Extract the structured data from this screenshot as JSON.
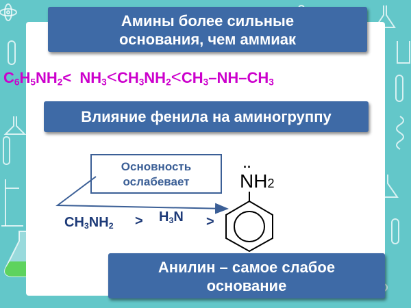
{
  "title_banner": {
    "line1": "Амины более сильные",
    "line2": "основания, чем аммиак"
  },
  "basicity_series": {
    "t1": "C",
    "s1": "6",
    "t2": "H",
    "s2": "5",
    "t3": "NH",
    "s3": "2",
    "lt1": "<",
    "t4": "NH",
    "s4": "3",
    "lt2": "<",
    "t5": "CH",
    "s5": "3",
    "t6": "NH",
    "s6": "2",
    "lt3": "<",
    "t7": "CH",
    "s7": "3",
    "t8": "–NH–CH",
    "s8": "3"
  },
  "phenyl_banner": {
    "text": "Влияние фенила на аминогруппу"
  },
  "note_box": {
    "line1": "Основность",
    "line2": "ослабевает"
  },
  "comparison_row": {
    "methylamine": {
      "t1": "CH",
      "s1": "3",
      "t2": "NH",
      "s2": "2"
    },
    "gt1": ">",
    "ammonia": {
      "t1": "H",
      "s1": "3",
      "t2": "N"
    },
    "gt2": ">"
  },
  "aniline_structure": {
    "lone_pair": "··",
    "group": "NH",
    "subscript": "2"
  },
  "aniline_banner": {
    "line1": "Анилин – самое слабое",
    "line2": "основание"
  },
  "colors": {
    "banner": "#3e6aa6",
    "series": "#cc00cc",
    "frame": "#63c7c9",
    "arrow": "#3b5f96"
  },
  "icons": [
    "flask-icon",
    "test-tube-icon",
    "atom-icon",
    "beaker-icon",
    "burner-icon"
  ]
}
